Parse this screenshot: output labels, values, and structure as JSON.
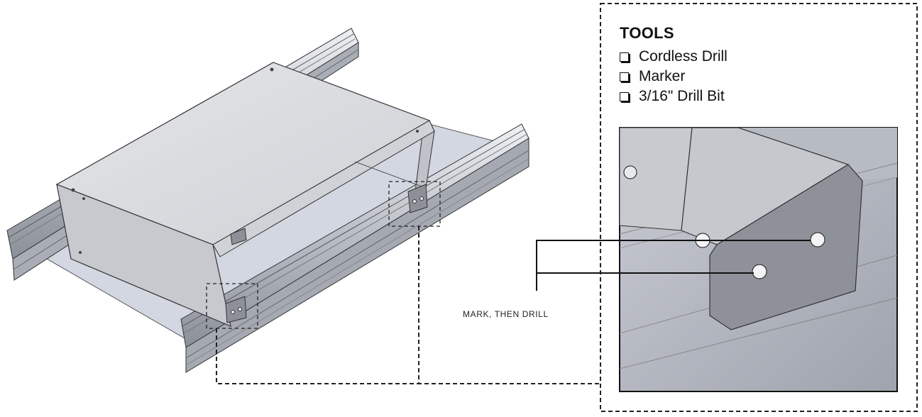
{
  "tools": {
    "title": "TOOLS",
    "items": [
      {
        "label": "Cordless Drill",
        "checked": false
      },
      {
        "label": "Marker",
        "checked": false
      },
      {
        "label": "3/16\" Drill Bit",
        "checked": false
      }
    ]
  },
  "callout": {
    "label": "MARK, THEN DRILL"
  },
  "colors": {
    "line": "#111111",
    "rail": "#b8bcc4",
    "cover": "#d9dade",
    "tray": "#cfd3e0"
  }
}
